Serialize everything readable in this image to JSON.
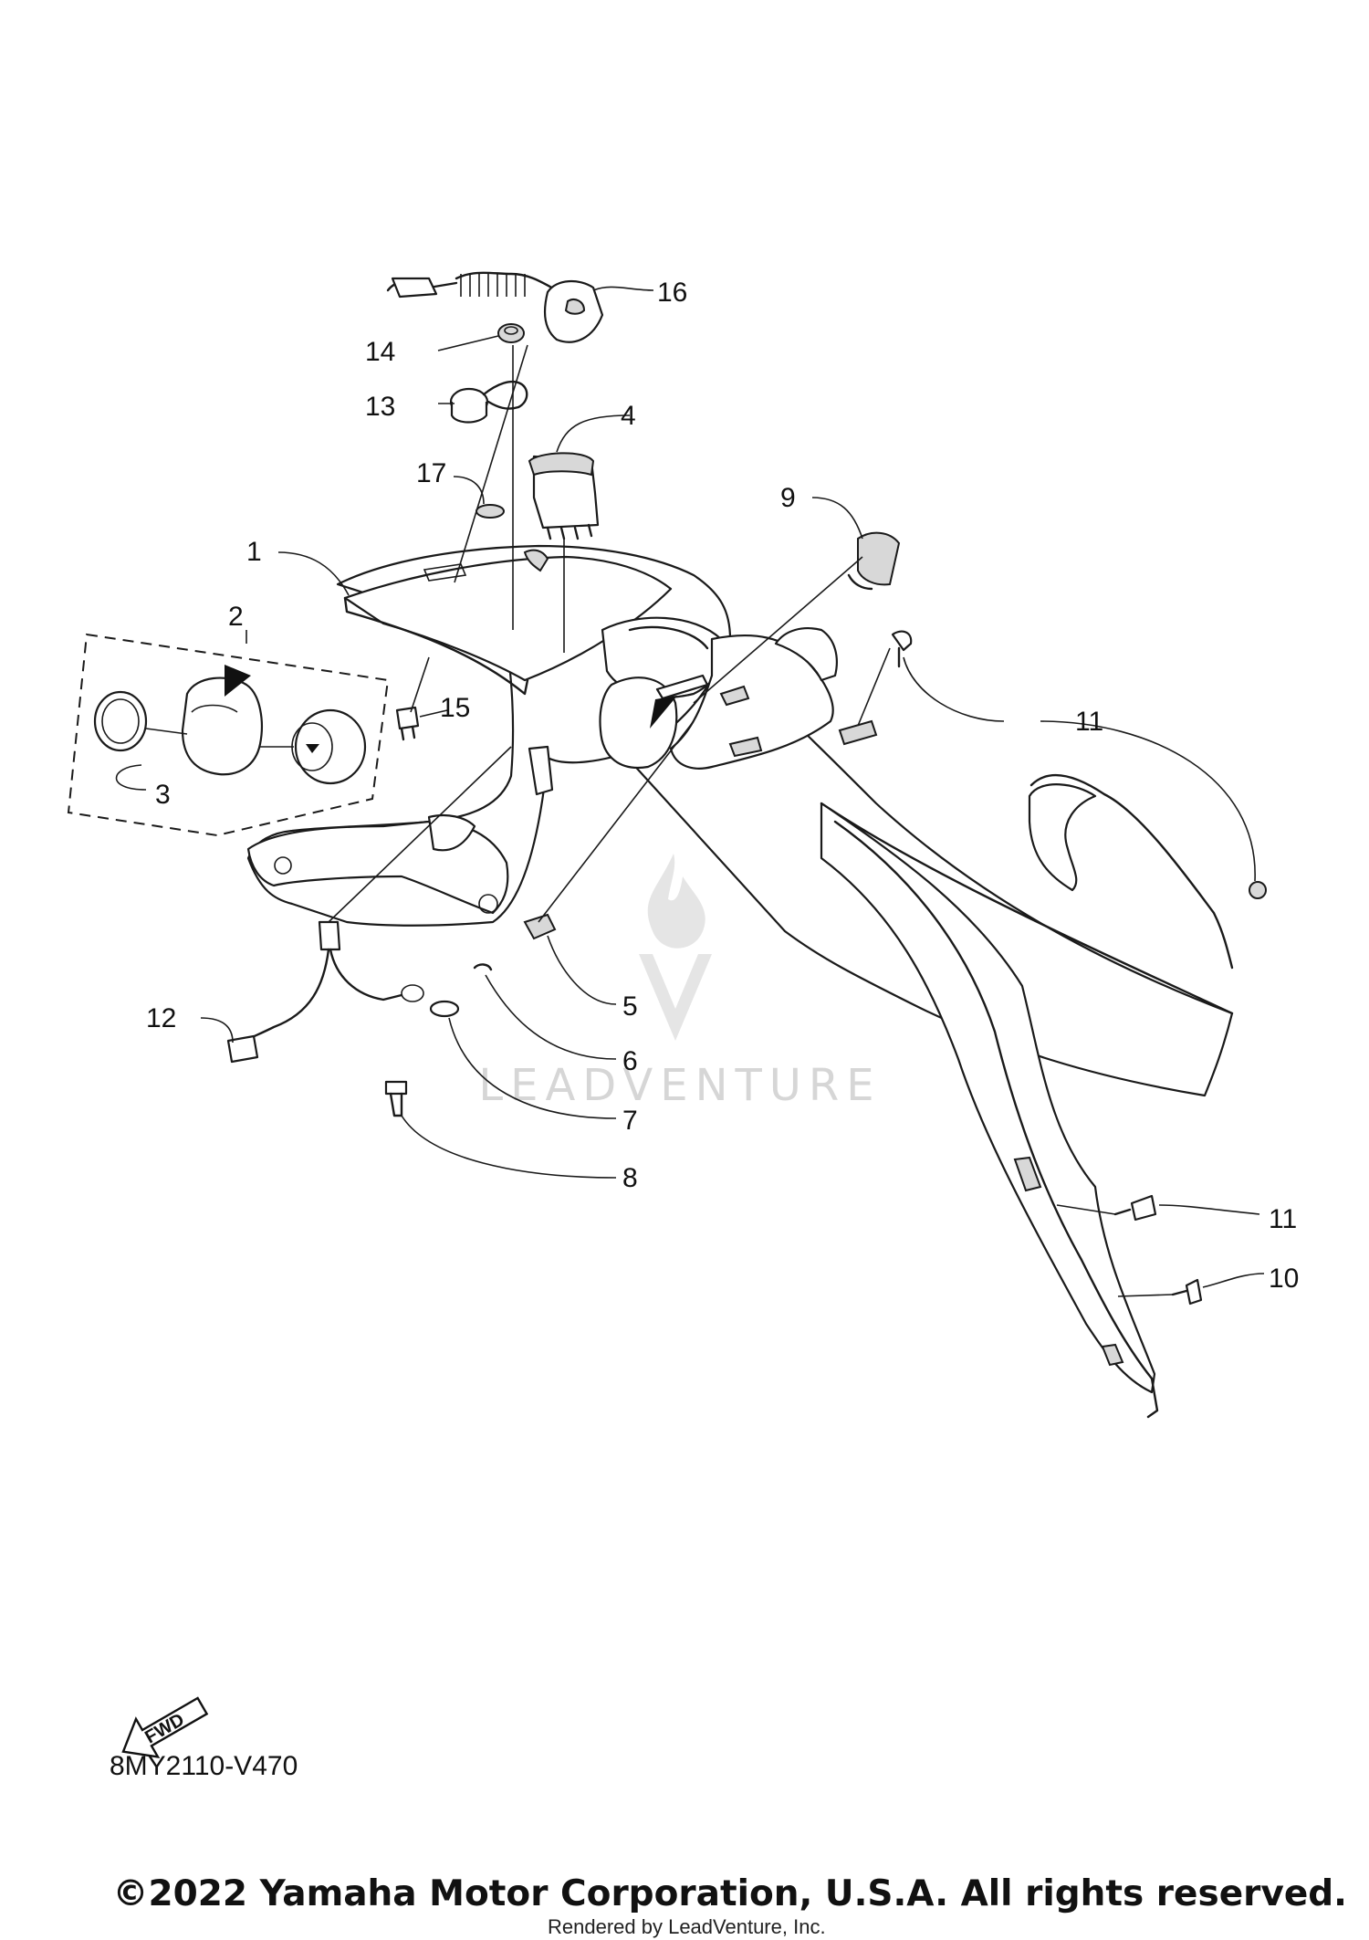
{
  "diagram": {
    "callouts": [
      "1",
      "2",
      "3",
      "4",
      "5",
      "6",
      "7",
      "8",
      "9",
      "10",
      "11",
      "11",
      "12",
      "13",
      "14",
      "15",
      "16",
      "17"
    ],
    "fwd_label": "FWD",
    "watermark": "LEADVENTURE",
    "drawing_code": "8MY2110-V470"
  },
  "footer": {
    "copyright": "©2022 Yamaha Motor Corporation, U.S.A. All rights reserved.",
    "rendered_by": "Rendered by LeadVenture, Inc."
  }
}
